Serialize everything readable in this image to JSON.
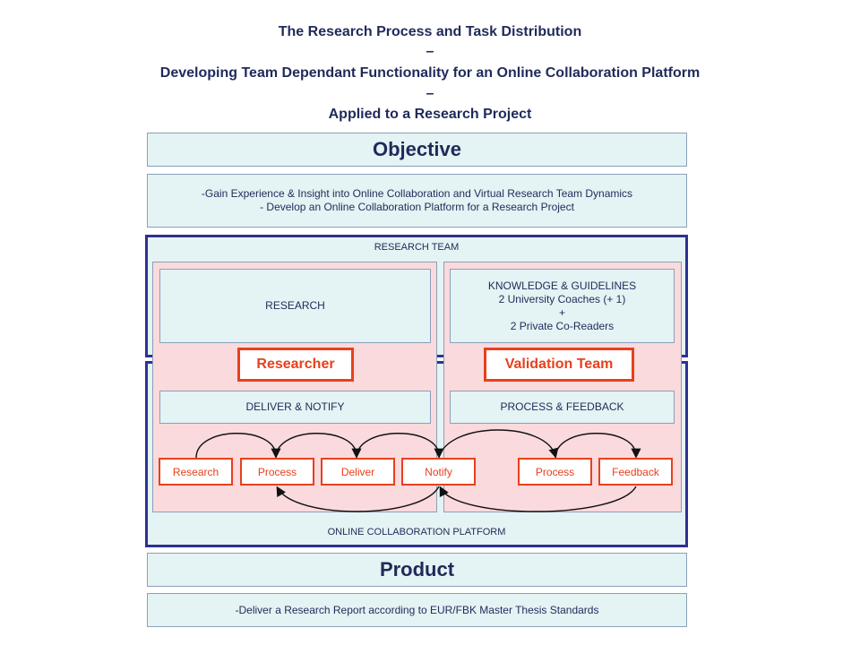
{
  "header": {
    "line1": "The Research Process and Task Distribution",
    "dash1": "–",
    "line2": "Developing Team Dependant Functionality for an Online Collaboration Platform",
    "dash2": "–",
    "line3": "Applied to a Research Project"
  },
  "objective": {
    "title": "Objective",
    "point1": "-Gain Experience & Insight into Online Collaboration and Virtual Research Team Dynamics",
    "point2": "- Develop an Online Collaboration Platform for a Research Project"
  },
  "research_team": {
    "label": "RESEARCH TEAM",
    "research_box": "RESEARCH",
    "knowledge": {
      "line1": "KNOWLEDGE & GUIDELINES",
      "line2": "2 University Coaches (+ 1)",
      "line3": "+",
      "line4": "2 Private Co-Readers"
    }
  },
  "roles": {
    "researcher": "Researcher",
    "validation_team": "Validation Team"
  },
  "platform": {
    "label": "ONLINE  COLLABORATION  PLATFORM",
    "deliver_notify": "DELIVER & NOTIFY",
    "process_feedback": "PROCESS & FEEDBACK",
    "steps": [
      "Research",
      "Process",
      "Deliver",
      "Notify",
      "Process",
      "Feedback"
    ]
  },
  "product": {
    "title": "Product",
    "point1": "-Deliver a Research  Report according to EUR/FBK Master Thesis Standards"
  },
  "colors": {
    "accent": "#e8401c",
    "frame": "#2e3192",
    "panel": "#e4f3f3",
    "pink": "#fadadd"
  }
}
